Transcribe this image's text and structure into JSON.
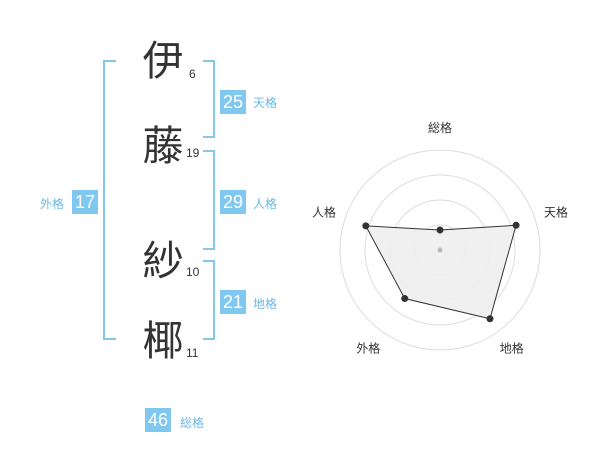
{
  "name": {
    "chars": [
      {
        "char": "伊",
        "strokes": "6"
      },
      {
        "char": "藤",
        "strokes": "19"
      },
      {
        "char": "紗",
        "strokes": "10"
      },
      {
        "char": "椰",
        "strokes": "11"
      }
    ]
  },
  "fortunes": {
    "tenkaku": {
      "label": "天格",
      "value": "25"
    },
    "jinkaku": {
      "label": "人格",
      "value": "29"
    },
    "chikaku": {
      "label": "地格",
      "value": "21"
    },
    "gaikaku": {
      "label": "外格",
      "value": "17"
    },
    "soukaku": {
      "label": "総格",
      "value": "46"
    }
  },
  "colors": {
    "accent": "#80c8f0",
    "label": "#6ab8e6",
    "text": "#333333",
    "grid": "#dddddd",
    "fill": "#eeeeee"
  },
  "chart_data": {
    "type": "radar",
    "axes": [
      "総格",
      "天格",
      "地格",
      "外格",
      "人格"
    ],
    "values": [
      0.2,
      0.8,
      0.85,
      0.6,
      0.78
    ],
    "range": [
      0,
      1
    ],
    "rings": 4
  }
}
